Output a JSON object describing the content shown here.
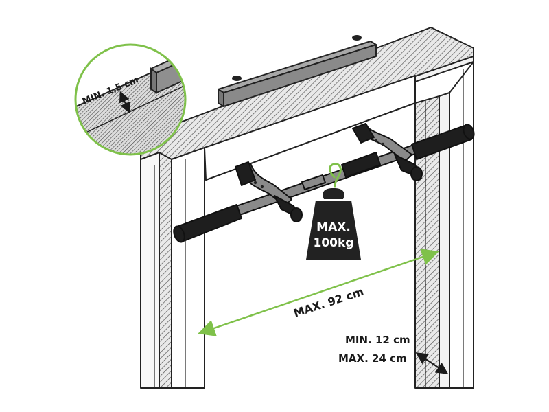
{
  "labels": {
    "gap_min": "MIN. 1,5 cm",
    "weight_line1": "MAX.",
    "weight_line2": "100kg",
    "width_max": "MAX. 92 cm",
    "depth_min": "MIN. 12 cm",
    "depth_max": "MAX. 24 cm"
  },
  "colors": {
    "accent": "#7fc14a",
    "ink": "#1a1a1a",
    "bar": "#8a8a8a",
    "grip": "#1e1e1e"
  }
}
